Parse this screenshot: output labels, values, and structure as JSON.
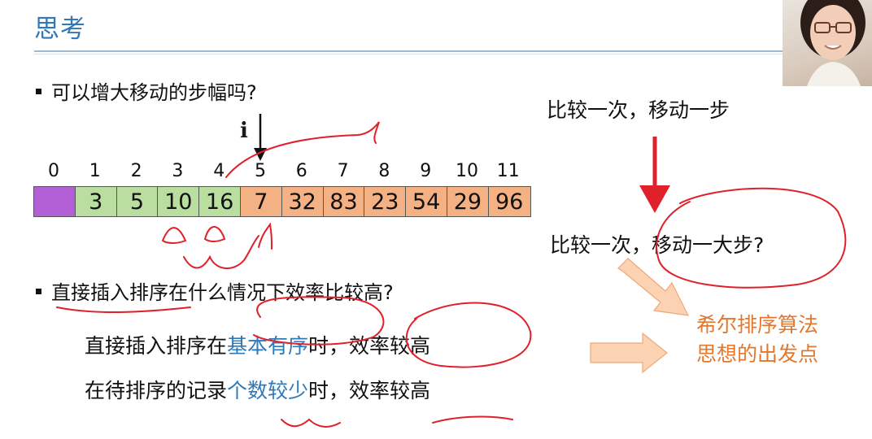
{
  "title": "思考",
  "bullet1": "可以增大移动的步幅吗?",
  "pointer_label": "i",
  "array": {
    "indices": [
      "0",
      "1",
      "2",
      "3",
      "4",
      "5",
      "6",
      "7",
      "8",
      "9",
      "10",
      "11"
    ],
    "values": [
      "",
      "3",
      "5",
      "10",
      "16",
      "7",
      "32",
      "83",
      "23",
      "54",
      "29",
      "96"
    ],
    "colors": {
      "sentinel": "#b35fd5",
      "sorted": "#b9dea0",
      "unsorted": "#f4b183"
    }
  },
  "bullet2": "直接插入排序在什么情况下效率比较高?",
  "line1": {
    "pre": "直接插入排序在",
    "highlight": "基本有序",
    "post": "时，效率较高"
  },
  "line2": {
    "pre": "在待排序的记录",
    "highlight": "个数较少",
    "post": "时，效率较高"
  },
  "right": {
    "top": "比较一次，移动一步",
    "middle": "比较一次，移动一大步?",
    "conclusion_line1": "希尔排序算法",
    "conclusion_line2": "思想的出发点"
  },
  "colors": {
    "title": "#2e79b9",
    "highlight": "#2e79b9",
    "annotation": "#e0202a",
    "conclusion": "#e1782e",
    "arrow_fill": "#fbd3b3"
  }
}
